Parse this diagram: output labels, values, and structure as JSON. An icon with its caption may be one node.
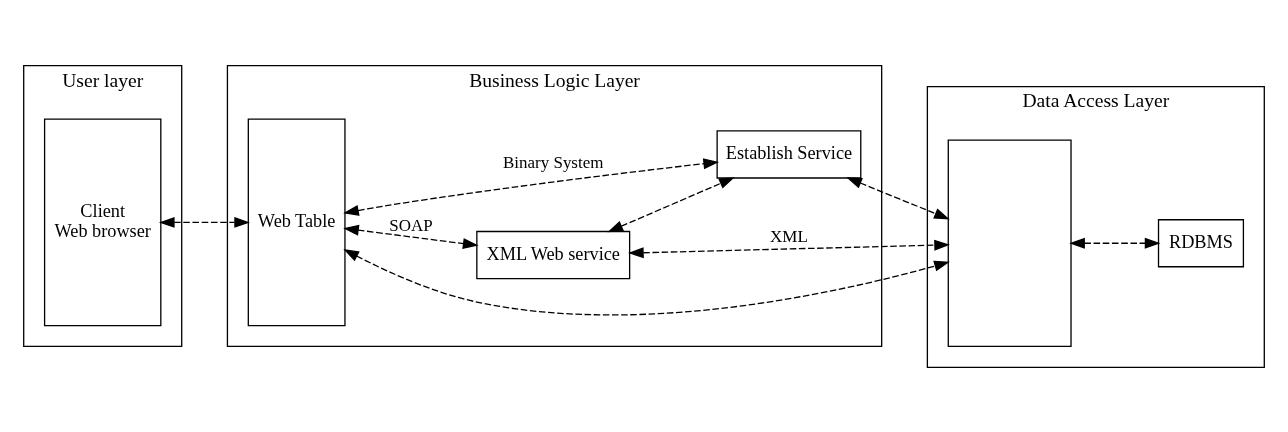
{
  "diagram": {
    "nodes": [
      {
        "text": [
          "User layer"
        ]
      },
      {
        "text": [
          "Client",
          "Web browser"
        ],
        "in": 0
      },
      {
        "text": [
          "Business Logic Layer"
        ]
      },
      {
        "text": [
          "Web Table"
        ],
        "in": 2
      },
      {
        "text": [
          "XML Web service"
        ],
        "in": 2
      },
      {
        "text": [
          "Establish Service"
        ],
        "in": 2
      },
      {
        "text": [
          "Data Access Layer"
        ]
      },
      {
        "text": [],
        "shape": "box",
        "in": 6
      },
      {
        "text": [
          "RDBMS"
        ],
        "in": 6
      }
    ],
    "edges": [
      {
        "from": 1,
        "to": 3,
        "arrow": "both",
        "style": "dashed"
      },
      {
        "from": 3,
        "to": 4,
        "arrow": "both",
        "style": "dashed",
        "label": "SOAP"
      },
      {
        "from": 3,
        "to": 5,
        "arrow": "both",
        "style": "dashed",
        "label": "Binary System"
      },
      {
        "from": 4,
        "to": 5,
        "arrow": "both",
        "style": "dashed"
      },
      {
        "from": 4,
        "to": 7,
        "arrow": "both",
        "style": "dashed",
        "label": "XML"
      },
      {
        "from": 3,
        "to": 7,
        "arrow": "both",
        "style": "dashed"
      },
      {
        "from": 5,
        "to": 7,
        "arrow": "both",
        "style": "dashed"
      },
      {
        "from": 7,
        "to": 8,
        "arrow": "both",
        "style": "dashed"
      }
    ]
  }
}
